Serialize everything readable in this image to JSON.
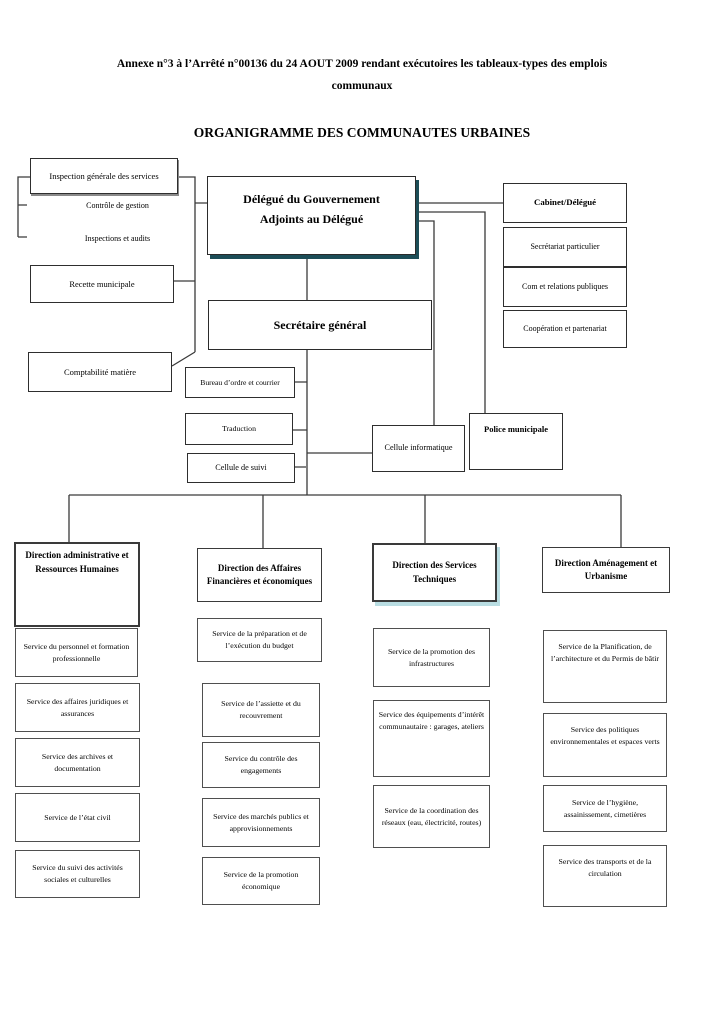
{
  "page": {
    "annexe_line1": "Annexe n°3 à l’Arrêté n°00136 du 24 AOUT 2009 rendant exécutoires les tableaux-types des emplois",
    "annexe_line2": "communaux",
    "main_title": "ORGANIGRAMME DES COMMUNAUTES URBAINES"
  },
  "top": {
    "inspection": "Inspection générale des services",
    "controle": "Contrôle de gestion",
    "inspections_audits": "Inspections et audits",
    "recette": "Recette municipale",
    "delegue_line1": "Délégué du Gouvernement",
    "delegue_line2": "Adjoints au Délégué",
    "cabinet": "Cabinet/Délégué",
    "secretariat": "Secrétariat particulier",
    "com_relations": "Com et relations publiques",
    "cooperation": "Coopération et partenariat",
    "secretaire_general": "Secrétaire général",
    "comptabilite": "Comptabilité matière",
    "bureau_ordre": "Bureau d’ordre et courrier",
    "traduction": "Traduction",
    "cellule_suivi": "Cellule de suivi",
    "cellule_informatique": "Cellule informatique",
    "police": "Police municipale"
  },
  "directions": [
    {
      "title": "Direction administrative et Ressources Humaines",
      "services": [
        "Service du personnel et formation professionnelle",
        "Service des affaires juridiques et assurances",
        "Service des archives et documentation",
        "Service de l’état civil",
        "Service du suivi des activités sociales et culturelles"
      ]
    },
    {
      "title": "Direction des Affaires Financières et économiques",
      "services": [
        "Service de la préparation et de l’exécution du budget",
        "Service de l’assiette et du recouvrement",
        "Service du contrôle des engagements",
        "Service des marchés publics et approvisionnements",
        "Service de la promotion économique"
      ]
    },
    {
      "title": "Direction des Services Techniques",
      "services": [
        "Service de la promotion des infrastructures",
        "Service des équipements d’intérêt communautaire : garages, ateliers",
        "Service de la coordination des réseaux (eau, électricité, routes)"
      ]
    },
    {
      "title": "Direction Aménagement et Urbanisme",
      "services": [
        "Service de la Planification, de l’architecture et du Permis de bâtir",
        "Service des politiques environnementales et espaces verts",
        "Service de l’hygiène, assainissement, cimetières",
        "Service des transports et de la circulation"
      ]
    }
  ],
  "colors": {
    "delegue_shadow": "#1c4d57",
    "services_techniques_shadow": "#b9dde2",
    "connector_line": "#3a3a3a"
  }
}
